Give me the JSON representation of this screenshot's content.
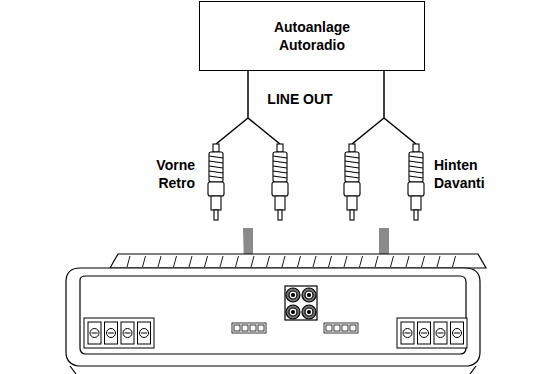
{
  "diagram": {
    "nodes": [
      {
        "text": [
          "Autoanlage",
          "Autoradio"
        ]
      }
    ],
    "labels": [
      "LINE OUT",
      "Vorne",
      "Retro",
      "Hinten",
      "Davanti"
    ]
  }
}
